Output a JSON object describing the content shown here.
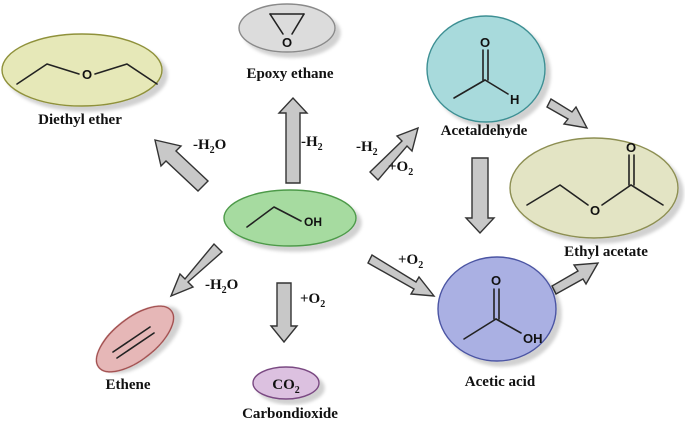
{
  "nodes": {
    "ethanol": {
      "atom_oh": "OH",
      "color": "#a6dba0"
    },
    "diethyl_ether": {
      "label": "Diethyl ether",
      "atom_o": "O",
      "color": "#e6e8b8"
    },
    "epoxy_ethane": {
      "label": "Epoxy ethane",
      "atom_o": "O",
      "color": "#dcdcdc"
    },
    "acetaldehyde": {
      "label": "Acetaldehyde",
      "atom_o": "O",
      "atom_h": "H",
      "color": "#a8dadc"
    },
    "ethyl_acetate": {
      "label": "Ethyl acetate",
      "atom_o1": "O",
      "atom_o2": "O",
      "color": "#e3e4c4"
    },
    "acetic_acid": {
      "label": "Acetic acid",
      "atom_o": "O",
      "atom_oh": "OH",
      "color": "#aab0e3"
    },
    "ethene": {
      "label": "Ethene",
      "color": "#e6b7b7"
    },
    "co2": {
      "label": "Carbondioxide",
      "formula_main": "CO",
      "formula_sub": "2",
      "color": "#dcc1e0"
    }
  },
  "reactions": {
    "to_diethyl_ether": {
      "text": "-H",
      "sub": "2",
      "tail": "O"
    },
    "to_epoxy_ethane": {
      "text": "-H",
      "sub": "2"
    },
    "to_acetaldehyde": {
      "dehydrogenation": {
        "text": "-H",
        "sub": "2"
      },
      "oxidation": {
        "text": "+O",
        "sub": "2"
      }
    },
    "to_ethene": {
      "text": "-H",
      "sub": "2",
      "tail": "O"
    },
    "to_co2": {
      "text": "+O",
      "sub": "2"
    },
    "to_acetic_acid": {
      "text": "+O",
      "sub": "2"
    }
  }
}
